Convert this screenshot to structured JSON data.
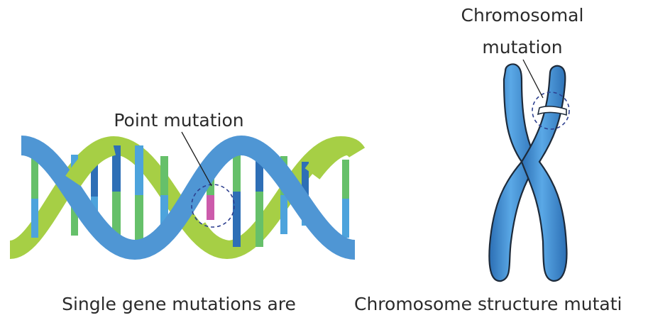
{
  "labels": {
    "point_mutation": "Point mutation",
    "chromosomal_mutation_line1": "Chromosomal",
    "chromosomal_mutation_line2": "mutation",
    "caption_left": "Single gene mutations are",
    "caption_right": "Chromosome structure mutati"
  },
  "colors": {
    "blue_strand": "#4f96d4",
    "green_strand": "#a6cf45",
    "rung_green": "#66c06a",
    "rung_blue_light": "#4da3dc",
    "rung_blue_dark": "#2e6fb6",
    "mutation_pink": "#cc5bab",
    "chromosome_fill": "#3f8fd6",
    "chromosome_outline": "#1d2a3a",
    "dashed_circle": "#2d3f8f",
    "text": "#2b2b2b"
  }
}
